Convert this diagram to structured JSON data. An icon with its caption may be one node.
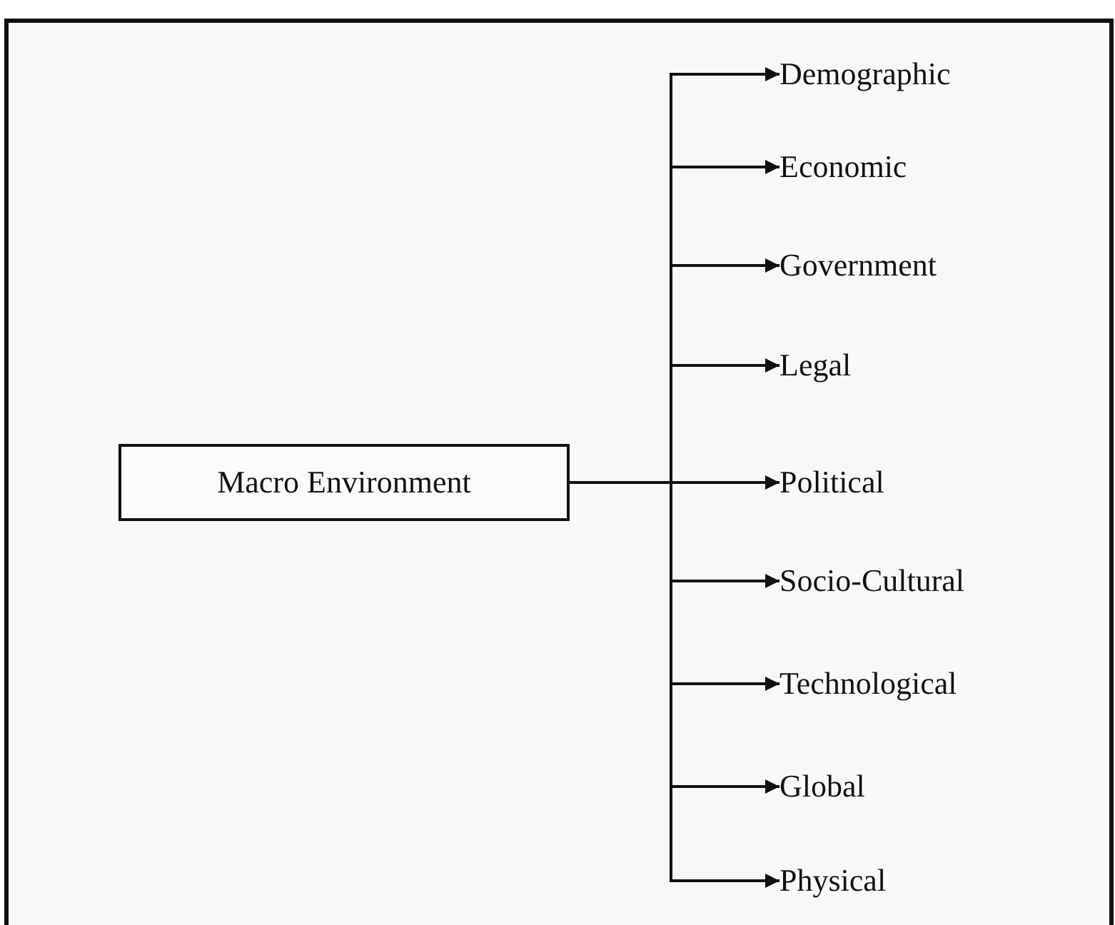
{
  "diagram": {
    "nodes": [
      {
        "text": [
          "Macro Environment"
        ]
      },
      {
        "text": [
          "Demographic"
        ]
      },
      {
        "text": [
          "Economic"
        ]
      },
      {
        "text": [
          "Government"
        ]
      },
      {
        "text": [
          "Legal"
        ]
      },
      {
        "text": [
          "Political"
        ]
      },
      {
        "text": [
          "Socio-Cultural"
        ]
      },
      {
        "text": [
          "Technological"
        ]
      },
      {
        "text": [
          "Global"
        ]
      },
      {
        "text": [
          "Physical"
        ]
      }
    ],
    "edges": [
      {
        "from": 0,
        "to": 1,
        "arrow": "to"
      },
      {
        "from": 0,
        "to": 2,
        "arrow": "to"
      },
      {
        "from": 0,
        "to": 3,
        "arrow": "to"
      },
      {
        "from": 0,
        "to": 4,
        "arrow": "to"
      },
      {
        "from": 0,
        "to": 5,
        "arrow": "to"
      },
      {
        "from": 0,
        "to": 6,
        "arrow": "to"
      },
      {
        "from": 0,
        "to": 7,
        "arrow": "to"
      },
      {
        "from": 0,
        "to": 8,
        "arrow": "to"
      },
      {
        "from": 0,
        "to": 9,
        "arrow": "to"
      }
    ]
  }
}
